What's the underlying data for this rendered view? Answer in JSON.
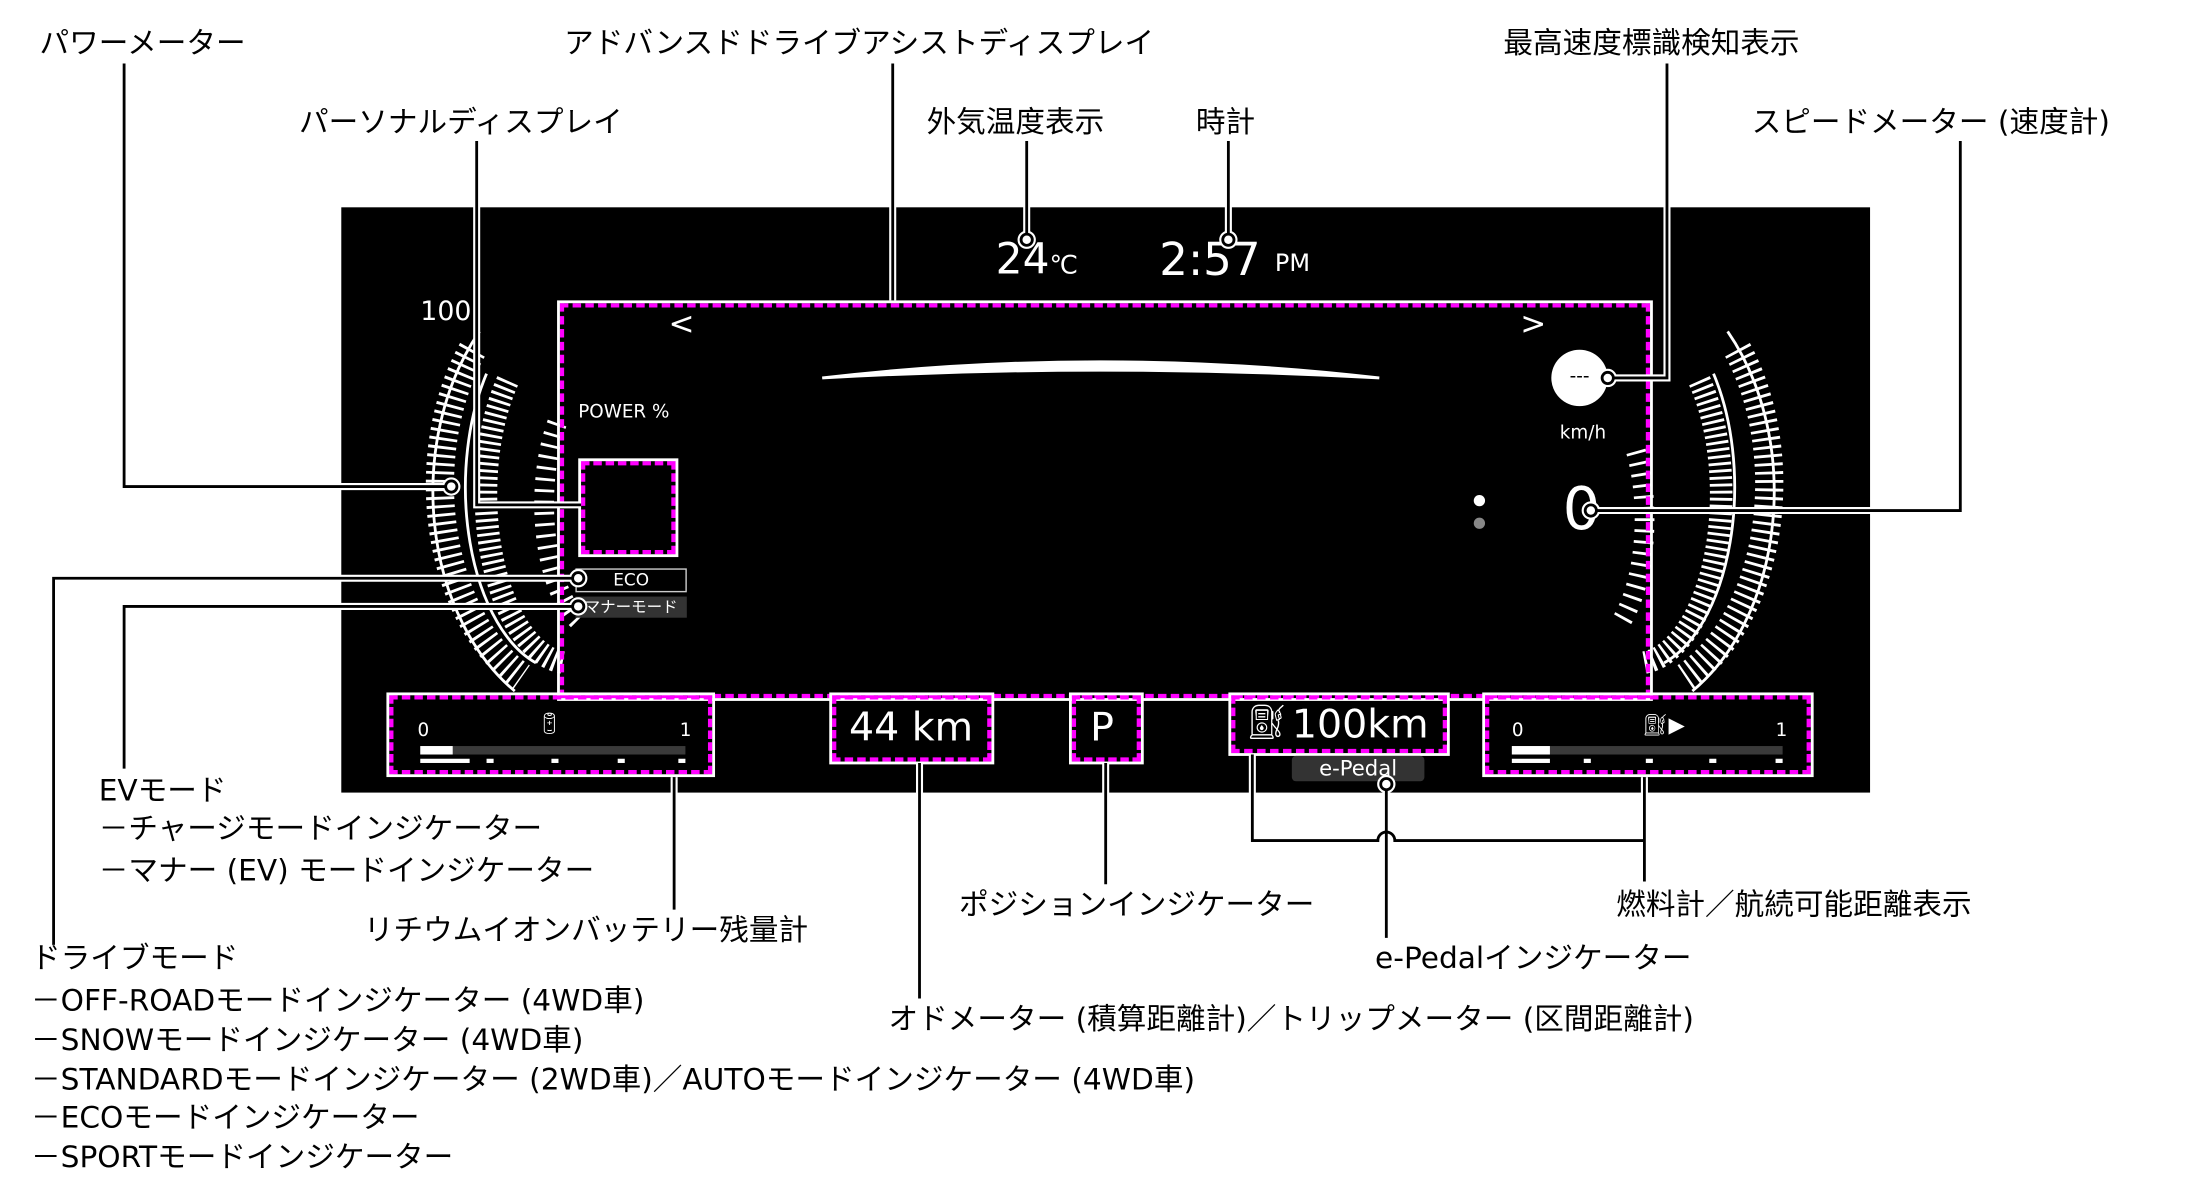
{
  "callouts": {
    "power_meter": "パワーメーター",
    "adas_display": "アドバンスドドライブアシストディスプレイ",
    "max_speed_sign": "最高速度標識検知表示",
    "personal_display": "パーソナルディスプレイ",
    "outside_temp": "外気温度表示",
    "clock": "時計",
    "speedometer": "スピードメーター (速度計)",
    "ev_mode": [
      "EVモード",
      "－チャージモードインジケーター",
      "－マナー (EV) モードインジケーター"
    ],
    "battery_gauge": "リチウムイオンバッテリー残量計",
    "drive_mode": [
      "ドライブモード",
      "－OFF-ROADモードインジケーター (4WD車)",
      "－SNOWモードインジケーター (4WD車)",
      "－STANDARDモードインジケーター (2WD車)／AUTOモードインジケーター (4WD車)",
      "－ECOモードインジケーター",
      "－SPORTモードインジケーター"
    ],
    "position": "ポジションインジケーター",
    "fuel_range": "燃料計／航続可能距離表示",
    "epedal": "e-Pedalインジケーター",
    "odometer": "オドメーター (積算距離計)／トリップメーター (区間距離計)"
  },
  "display": {
    "temperature": "24",
    "temp_unit": "℃",
    "time": "2:57",
    "ampm": "PM",
    "power_max": "100",
    "power_label": "POWER %",
    "eco": "ECO",
    "manner": "マナーモード",
    "speed_limit": "---",
    "speed_unit": "km/h",
    "speed": "0",
    "nav_prev": "<",
    "nav_next": ">",
    "odometer": "44 km",
    "gear": "P",
    "range": "100km",
    "epedal": "e-Pedal",
    "battery_min": "0",
    "battery_max": "1",
    "battery_level": 0.12,
    "fuel_min": "0",
    "fuel_max": "1",
    "fuel_level": 0.14
  },
  "colors": {
    "highlight": "#ff00ff",
    "panel": "#000000"
  }
}
